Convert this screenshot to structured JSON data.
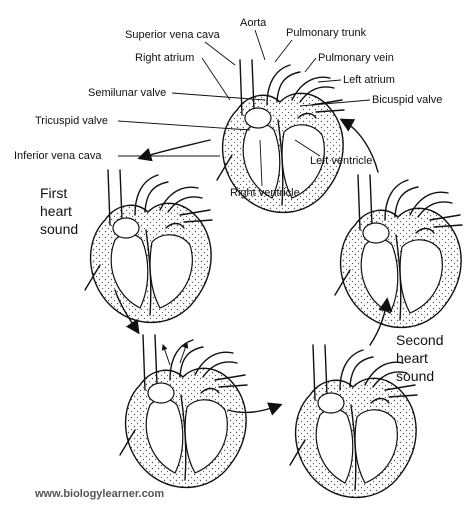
{
  "labels": {
    "aorta": "Aorta",
    "superior_vena_cava": "Superior vena cava",
    "pulmonary_trunk": "Pulmonary trunk",
    "right_atrium": "Right atrium",
    "pulmonary_vein": "Pulmonary vein",
    "left_atrium": "Left atrium",
    "semilunar_valve": "Semilunar valve",
    "bicuspid_valve": "Bicuspid valve",
    "tricuspid_valve": "Tricuspid valve",
    "inferior_vena_cava": "Inferior vena cava",
    "left_ventricle": "Left ventricle",
    "right_ventricle": "Right ventricle"
  },
  "sounds": {
    "first": [
      "First",
      "heart",
      "sound"
    ],
    "second": [
      "Second",
      "heart",
      "sound"
    ]
  },
  "footer": {
    "website": "www.biologylearner.com"
  },
  "colors": {
    "ink": "#111111",
    "stipple": "#555555",
    "background": "#ffffff"
  }
}
